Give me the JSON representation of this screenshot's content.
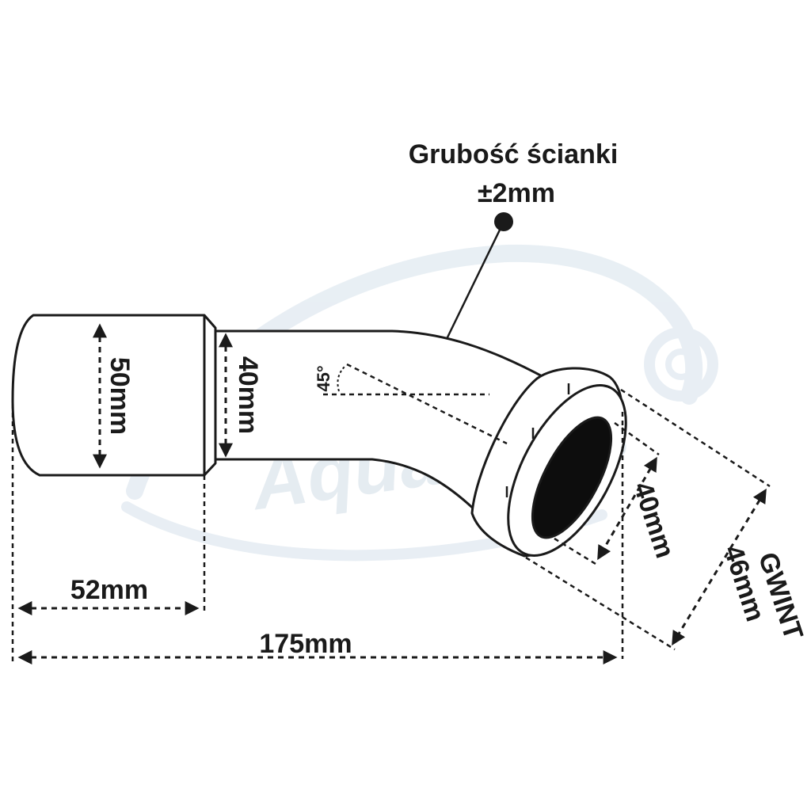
{
  "annotation": {
    "line1": "Grubość ścianki",
    "line2": "±2mm"
  },
  "dimensions": {
    "inlet_outer": "50mm",
    "pipe_inner": "40mm",
    "angle": "45°",
    "inlet_length": "52mm",
    "total_length": "175mm",
    "outlet_inner": "40mm",
    "thread_size": "46mm",
    "thread_label": "GWINT"
  },
  "watermark": {
    "text": "AquaParts"
  },
  "colors": {
    "ink": "#1a1a1a",
    "watermark": "#dfe8ef"
  }
}
